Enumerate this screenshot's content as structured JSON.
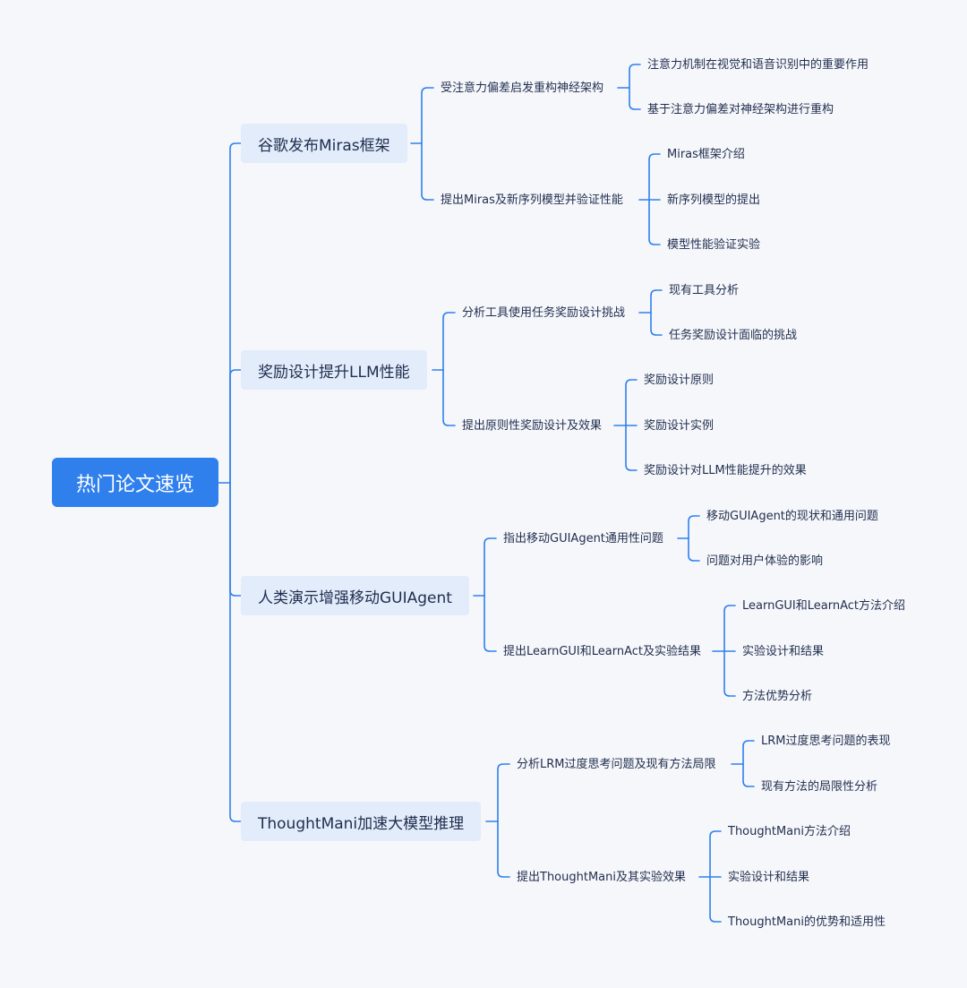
{
  "root": "热门论文速览",
  "colors": {
    "root_bg": "#2f80ed",
    "branch_bg": "#e3ecfb",
    "line": "#2f80ed",
    "text": "#1f2d4d",
    "background": "#f6f7fb"
  },
  "branches": [
    {
      "label": "谷歌发布Miras框架",
      "children": [
        {
          "label": "受注意力偏差启发重构神经架构",
          "children": [
            "注意力机制在视觉和语音识别中的重要作用",
            "基于注意力偏差对神经架构进行重构"
          ]
        },
        {
          "label": "提出Miras及新序列模型并验证性能",
          "children": [
            "Miras框架介绍",
            "新序列模型的提出",
            "模型性能验证实验"
          ]
        }
      ]
    },
    {
      "label": "奖励设计提升LLM性能",
      "children": [
        {
          "label": "分析工具使用任务奖励设计挑战",
          "children": [
            "现有工具分析",
            "任务奖励设计面临的挑战"
          ]
        },
        {
          "label": "提出原则性奖励设计及效果",
          "children": [
            "奖励设计原则",
            "奖励设计实例",
            "奖励设计对LLM性能提升的效果"
          ]
        }
      ]
    },
    {
      "label": "人类演示增强移动GUIAgent",
      "children": [
        {
          "label": "指出移动GUIAgent通用性问题",
          "children": [
            "移动GUIAgent的现状和通用问题",
            "问题对用户体验的影响"
          ]
        },
        {
          "label": "提出LearnGUI和LearnAct及实验结果",
          "children": [
            "LearnGUI和LearnAct方法介绍",
            "实验设计和结果",
            "方法优势分析"
          ]
        }
      ]
    },
    {
      "label": "ThoughtMani加速大模型推理",
      "children": [
        {
          "label": "分析LRM过度思考问题及现有方法局限",
          "children": [
            "LRM过度思考问题的表现",
            "现有方法的局限性分析"
          ]
        },
        {
          "label": "提出ThoughtMani及其实验效果",
          "children": [
            "ThoughtMani方法介绍",
            "实验设计和结果",
            "ThoughtMani的优势和适用性"
          ]
        }
      ]
    }
  ]
}
